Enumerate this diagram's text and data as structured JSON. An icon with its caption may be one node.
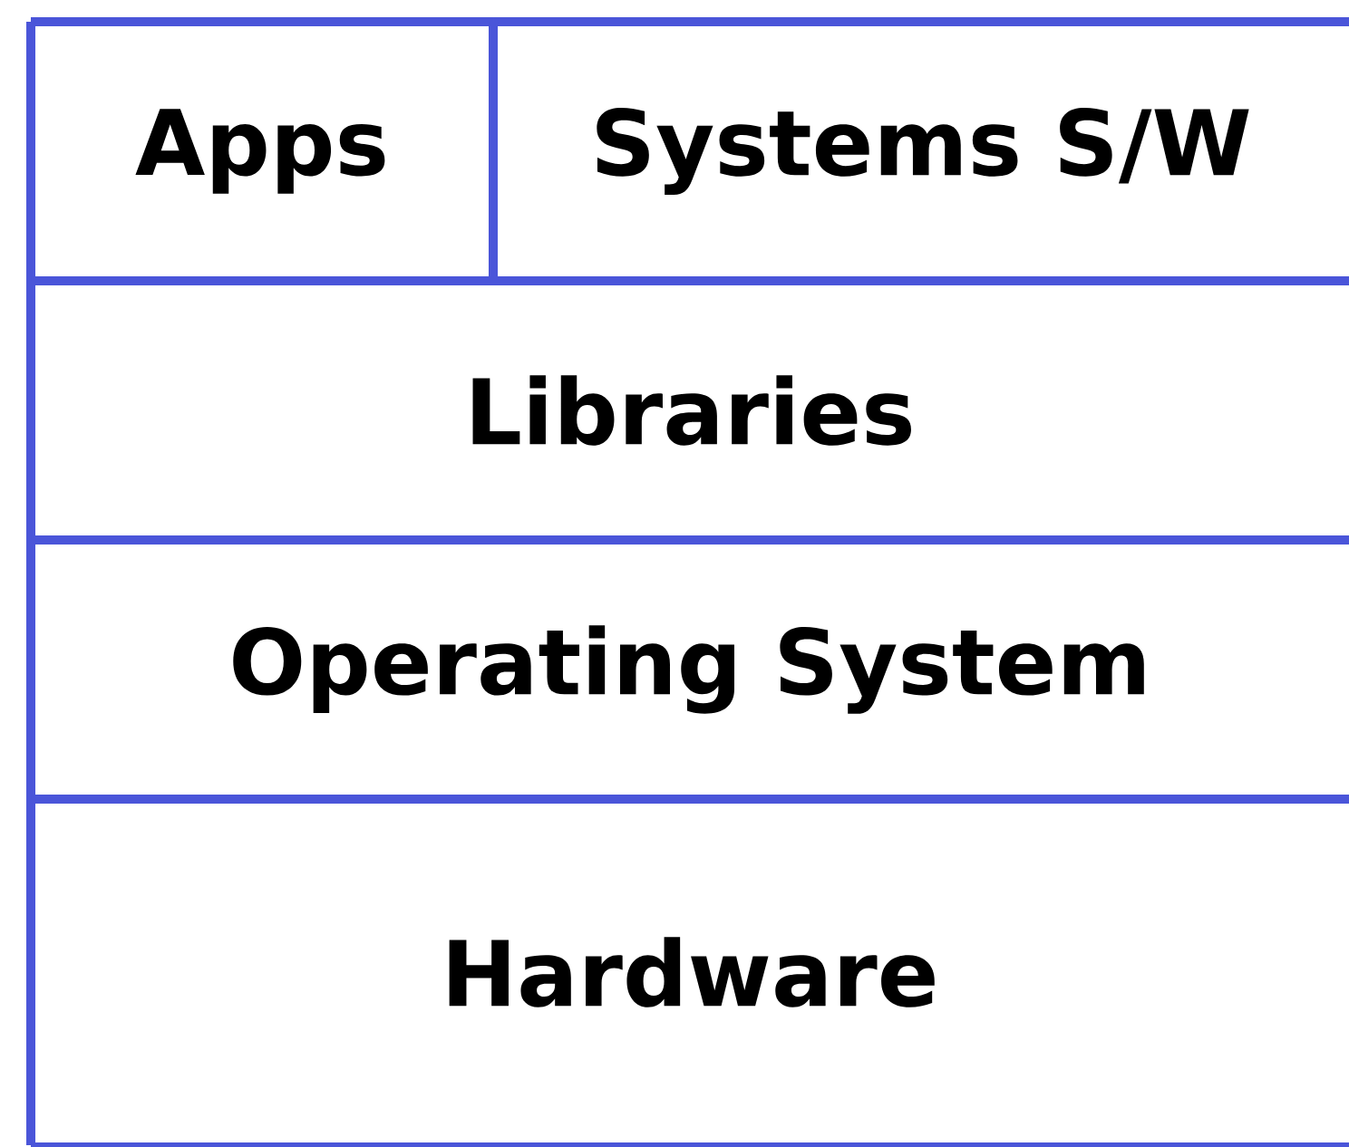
{
  "diagram": {
    "nodes": [
      {
        "text": [
          "Apps"
        ]
      },
      {
        "text": [
          "Systems S/W"
        ]
      },
      {
        "text": [
          "Libraries"
        ]
      },
      {
        "text": [
          "Operating System"
        ]
      },
      {
        "text": [
          "Hardware"
        ]
      }
    ]
  }
}
